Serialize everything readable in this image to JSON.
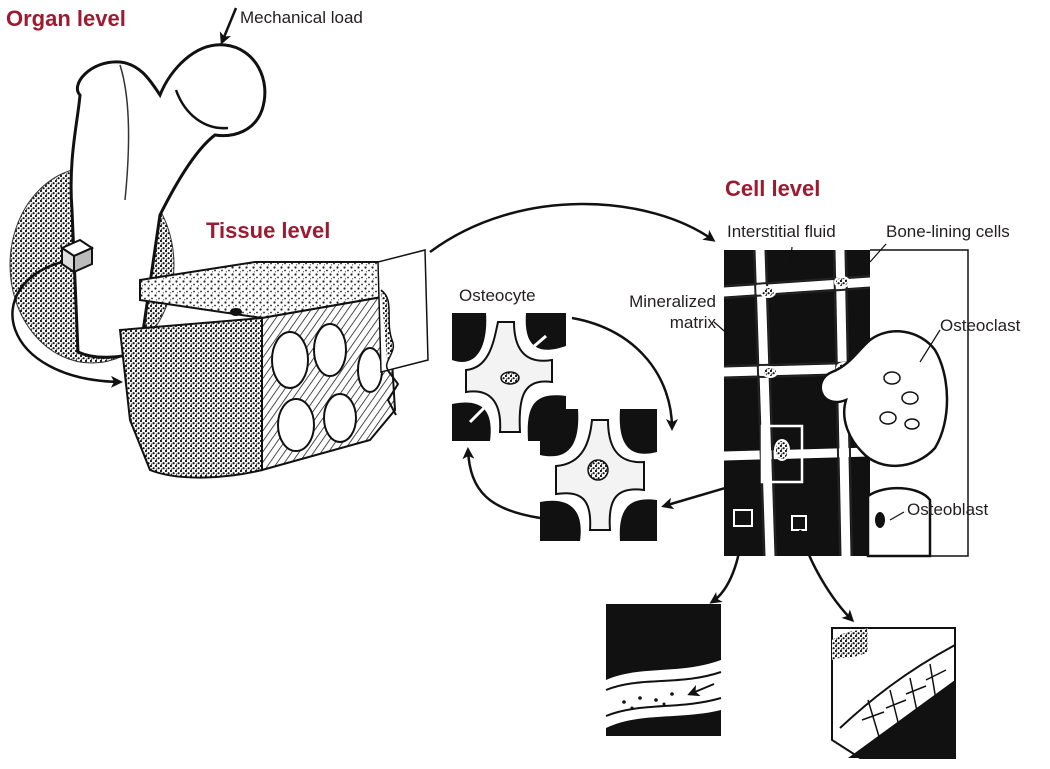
{
  "levels": {
    "organ": "Organ level",
    "tissue": "Tissue level",
    "cell": "Cell level"
  },
  "labels": {
    "mechanical_load": "Mechanical load",
    "osteocyte": "Osteocyte",
    "mineralized_matrix_line1": "Mineralized",
    "mineralized_matrix_line2": "matrix",
    "interstitial_fluid": "Interstitial fluid",
    "bone_lining_cells": "Bone-lining cells",
    "osteoclast": "Osteoclast",
    "osteoblast": "Osteoblast"
  },
  "colors": {
    "heading": "#9b1b30",
    "text": "#231f20",
    "ink": "#111111",
    "fill_dark": "#1a1a1a",
    "fill_light": "#f6f6f6"
  }
}
